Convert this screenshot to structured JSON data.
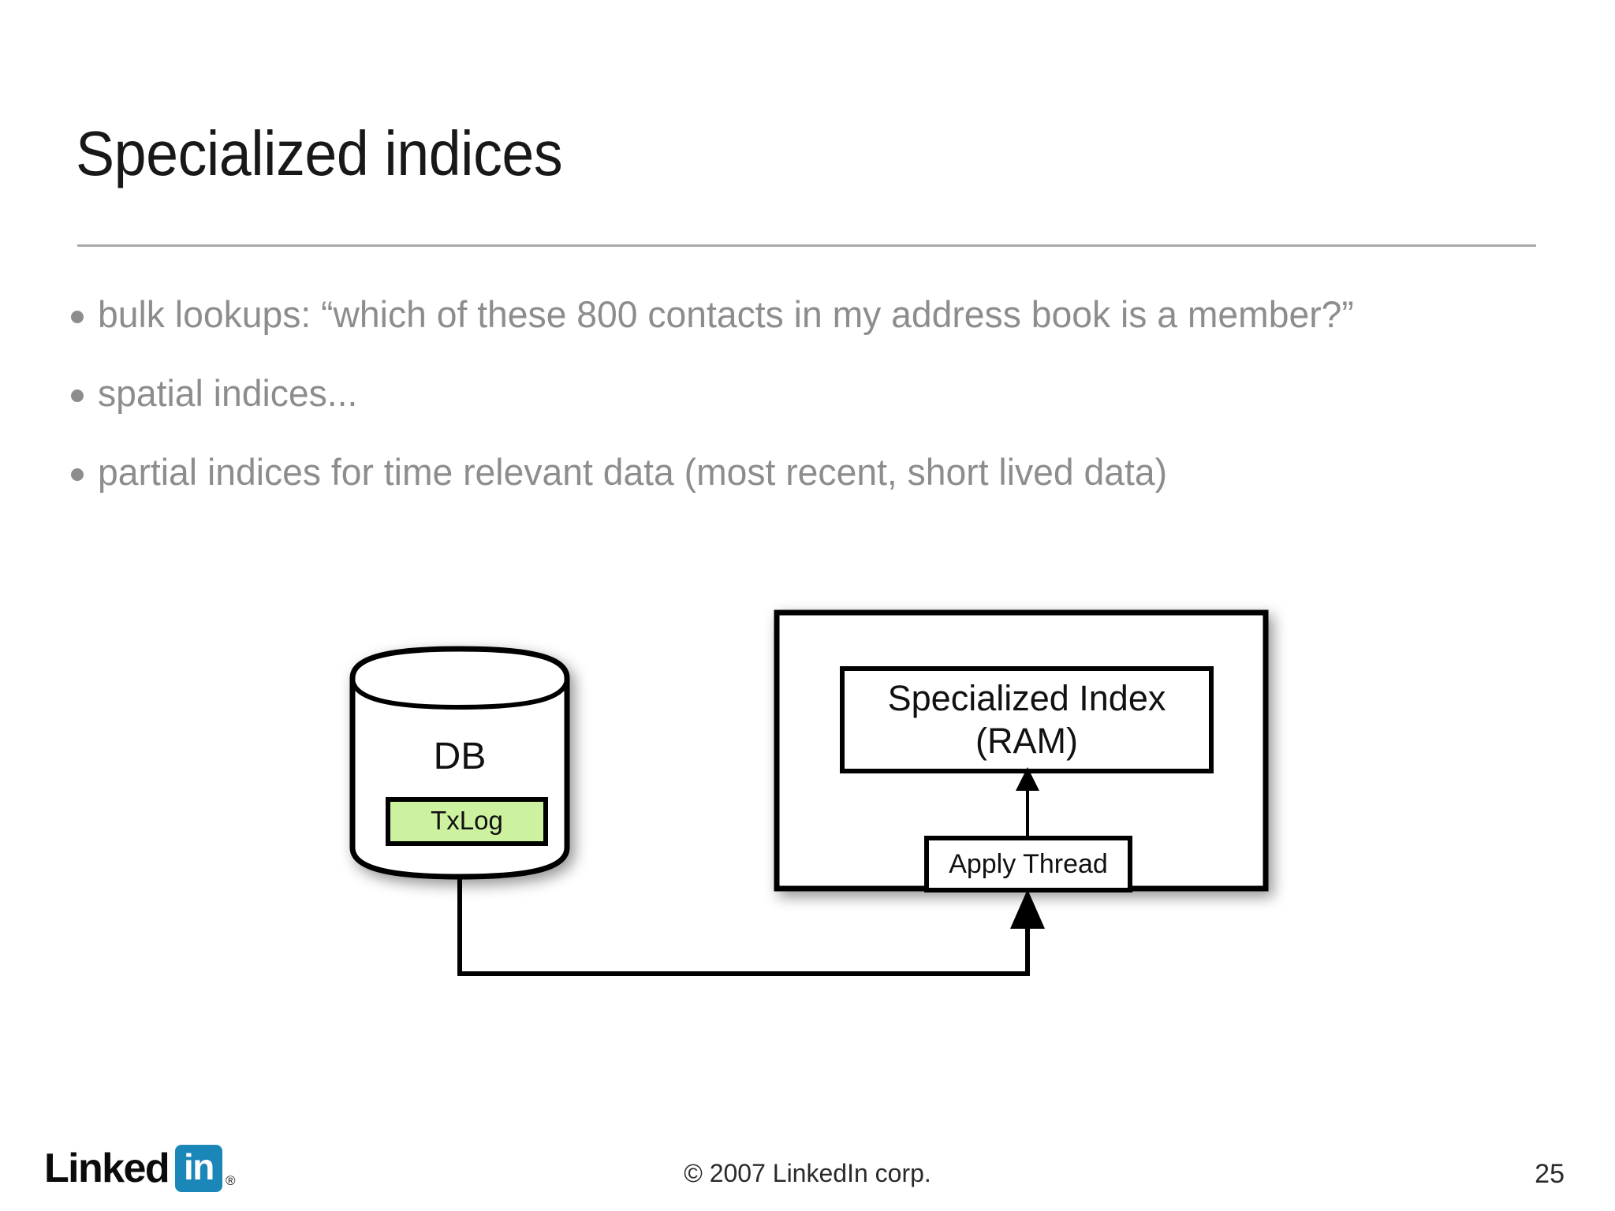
{
  "slide": {
    "title": "Specialized indices",
    "page_number": "25",
    "copyright": "© 2007 LinkedIn corp.",
    "accent_gray": "#8d8d8d",
    "rule_color": "#a9a9a9",
    "background": "#ffffff"
  },
  "bullets": [
    {
      "text": "bulk lookups: “which of these 800 contacts in my address book is a member?”"
    },
    {
      "text": "spatial indices..."
    },
    {
      "text": "partial indices for time relevant data (most recent, short lived data)"
    }
  ],
  "diagram": {
    "db_label": "DB",
    "txlog_label": "TxLog",
    "txlog_fill": "#ccf2a0",
    "index_label_line1": "Specialized Index",
    "index_label_line2": "(RAM)",
    "apply_thread_label": "Apply Thread",
    "stroke_color": "#000000"
  },
  "logo": {
    "word": "Linked",
    "badge": "in",
    "registered": "®",
    "badge_color": "#1b86b8"
  }
}
